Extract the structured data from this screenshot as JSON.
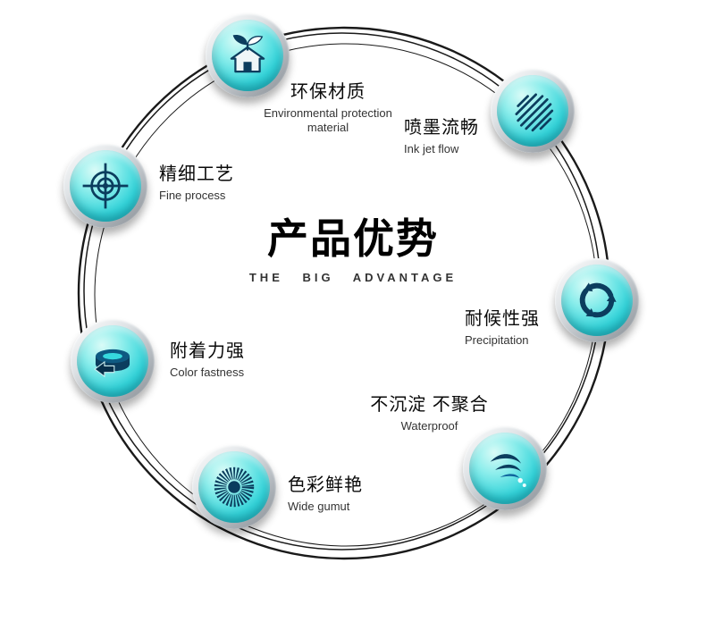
{
  "center": {
    "title": "产品优势",
    "subtitle": "THE BIG ADVANTAGE"
  },
  "badges": [
    {
      "title": "环保材质",
      "subtitle": "Environmental protection material",
      "icon": "eco-house-icon"
    },
    {
      "title": "喷墨流畅",
      "subtitle": "Ink jet flow",
      "icon": "hatch-lines-icon"
    },
    {
      "title": "精细工艺",
      "subtitle": "Fine process",
      "icon": "crosshair-icon"
    },
    {
      "title": "耐候性强",
      "subtitle": "Precipitation",
      "icon": "cycle-arrows-icon"
    },
    {
      "title": "附着力强",
      "subtitle": "Color fastness",
      "icon": "disc-arrows-icon"
    },
    {
      "title": "不沉淀 不聚合",
      "subtitle": "Waterproof",
      "icon": "splash-icon"
    },
    {
      "title": "色彩鲜艳",
      "subtitle": "Wide gumut",
      "icon": "starburst-icon"
    }
  ],
  "colors": {
    "badge_teal": "#2fd4da",
    "badge_teal_light": "#d9fbf7",
    "icon_navy": "#0b3d5e",
    "ring_black": "#1a1a1a",
    "metal_light": "#ffffff",
    "metal_dark": "#888e94"
  }
}
